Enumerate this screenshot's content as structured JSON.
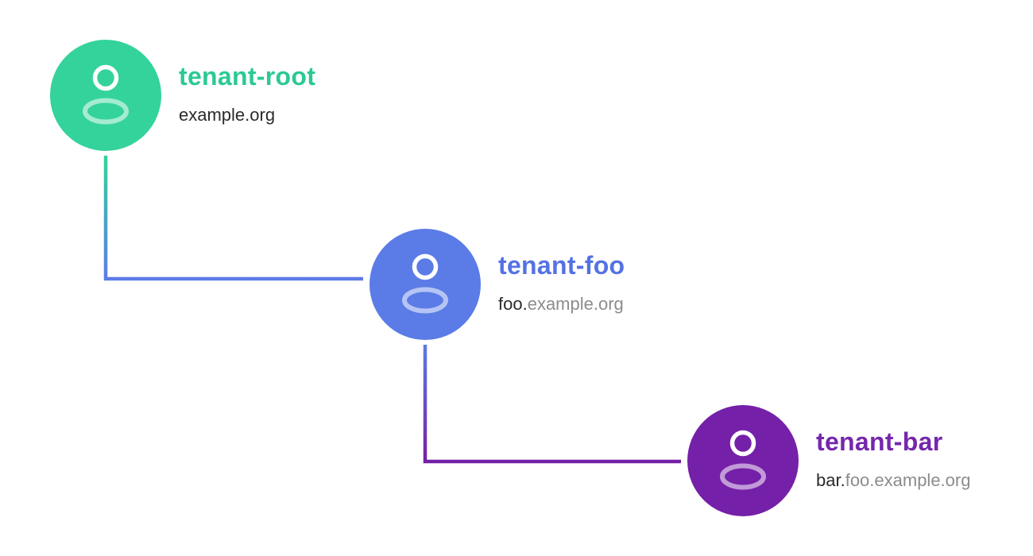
{
  "diagram": {
    "background": "#ffffff",
    "description": "tenant hierarchy diagram",
    "text_colors": {
      "domain_own": "#2b2b2b",
      "domain_inherited": "#8c8c8c"
    },
    "nodes": [
      {
        "label": "tenant-root",
        "domain_own": "example.org",
        "domain_inherited": "",
        "accent": "#34d39b",
        "title_color": "#2bc994",
        "icon": "person-icon"
      },
      {
        "label": "tenant-foo",
        "domain_own": "foo.",
        "domain_inherited": "example.org",
        "accent": "#5b7ce6",
        "title_color": "#5472e4",
        "icon": "person-icon"
      },
      {
        "label": "tenant-bar",
        "domain_own": "bar.",
        "domain_inherited": "foo.example.org",
        "accent": "#7520a8",
        "title_color": "#7527ad",
        "icon": "person-icon"
      }
    ],
    "connectors": [
      {
        "from": "tenant-root",
        "to": "tenant-foo",
        "from_color": "#34d39b",
        "to_color": "#5b7ce6"
      },
      {
        "from": "tenant-foo",
        "to": "tenant-bar",
        "from_color": "#5b7ce6",
        "to_color": "#7520a8"
      }
    ]
  }
}
